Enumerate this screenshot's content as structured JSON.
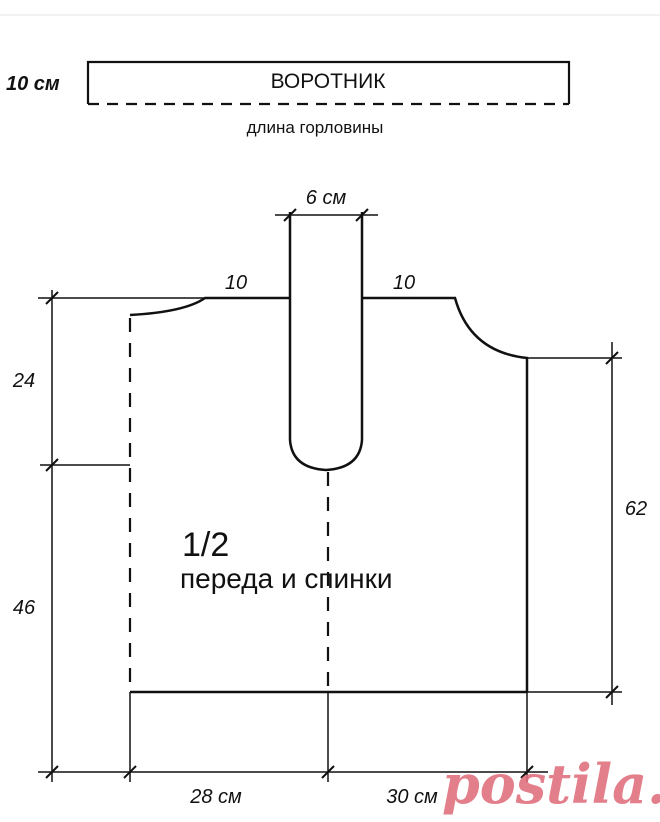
{
  "collar": {
    "title": "ВОРОТНИК",
    "height_label": "10 см",
    "bottom_label": "длина горловины"
  },
  "pattern": {
    "slit_width_label": "6 см",
    "shoulder_left_label": "10",
    "shoulder_right_label": "10",
    "left_upper_label": "24",
    "left_lower_label": "46",
    "right_height_label": "62",
    "bottom_left_label": "28 см",
    "bottom_right_label": "30 см",
    "piece_fraction": "1/2",
    "piece_name": "переда и спинки"
  },
  "watermark": {
    "text": "postila.ru",
    "color": "#e0707e"
  }
}
